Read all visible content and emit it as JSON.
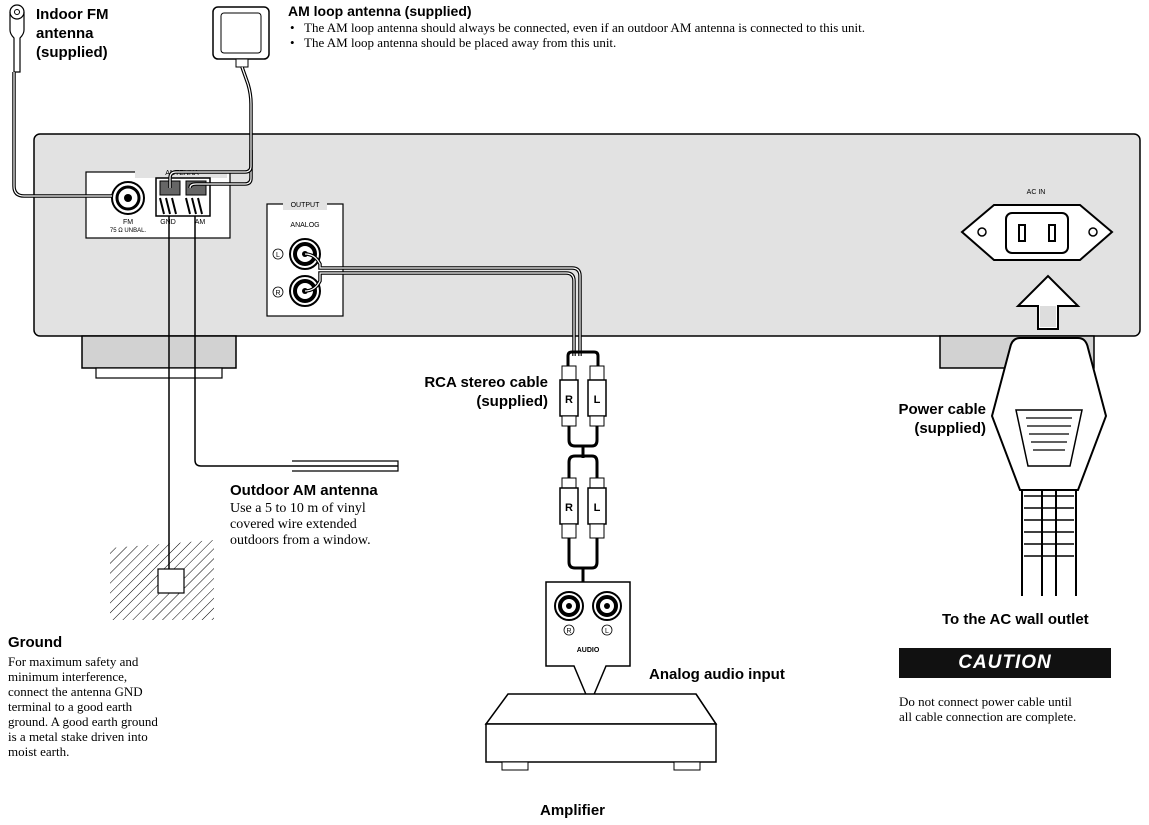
{
  "labels": {
    "fm_antenna": [
      "Indoor FM",
      "antenna",
      "(supplied)"
    ],
    "am_loop_title": "AM loop antenna (supplied)",
    "am_loop_bullets": [
      "The AM loop antenna should always be connected, even if an outdoor AM antenna is connected to this unit.",
      "The AM loop antenna should be placed away from this unit."
    ],
    "rca_cable": [
      "RCA stereo cable",
      "(supplied)"
    ],
    "power_cable": [
      "Power cable",
      "(supplied)"
    ],
    "outdoor_am_title": "Outdoor AM antenna",
    "outdoor_am_body": [
      "Use a 5 to 10 m of vinyl",
      "covered wire extended",
      "outdoors from a window."
    ],
    "ground_title": "Ground",
    "ground_body": [
      "For maximum safety and",
      "minimum interference,",
      "connect the antenna GND",
      "terminal to a good earth",
      "ground. A good earth ground",
      "is a metal stake driven into",
      "moist earth."
    ],
    "analog_audio_input": "Analog audio input",
    "amplifier": "Amplifier",
    "ac_wall_outlet": "To the AC wall outlet",
    "caution_title": "CAUTION",
    "caution_body": [
      "Do not connect power cable until",
      "all cable connection are complete."
    ]
  },
  "panel": {
    "antenna_header": "ANTENNA",
    "fm_jack": "FM",
    "fm_impedance": "75 Ω UNBAL.",
    "gnd": "GND",
    "am": "AM",
    "output_header": "OUTPUT",
    "analog": "ANALOG",
    "ch_l": "L",
    "ch_r": "R",
    "ac_in": "AC IN"
  },
  "plug_letters": {
    "r": "R",
    "l": "L"
  },
  "amp_panel": {
    "audio": "AUDIO",
    "r": "R",
    "l": "L"
  }
}
